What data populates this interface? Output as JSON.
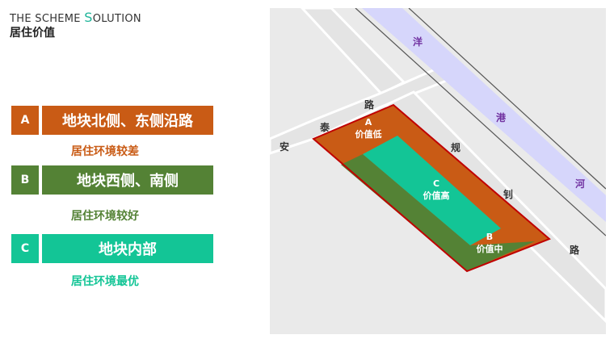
{
  "header": {
    "title_en_a": "THE SCHEME ",
    "title_en_s": "S",
    "title_en_b": "OLUTION",
    "title_cn": "居住价值"
  },
  "legend": [
    {
      "letter": "A",
      "label": "地块北侧、东侧沿路",
      "caption": "居住环境较差",
      "color": "#c95b15"
    },
    {
      "letter": "B",
      "label": "地块西侧、南侧",
      "caption": "居住环境较好",
      "color": "#548235"
    },
    {
      "letter": "C",
      "label": "地块内部",
      "caption": "居住环境最优",
      "color": "#13c596"
    }
  ],
  "map": {
    "zones": [
      {
        "letter": "A",
        "value": "价值低",
        "color": "#c95b15"
      },
      {
        "letter": "B",
        "value": "价值中",
        "color": "#548235"
      },
      {
        "letter": "C",
        "value": "价值高",
        "color": "#13c596"
      }
    ],
    "road_an_tai": [
      "安",
      "泰",
      "路"
    ],
    "road_gui_zhao": [
      "规",
      "钊",
      "路"
    ],
    "river": [
      "洋",
      "港",
      "河"
    ],
    "river_color": "#d6d6fb",
    "river_text_color": "#7030a0",
    "boundary_color": "#c00000"
  }
}
